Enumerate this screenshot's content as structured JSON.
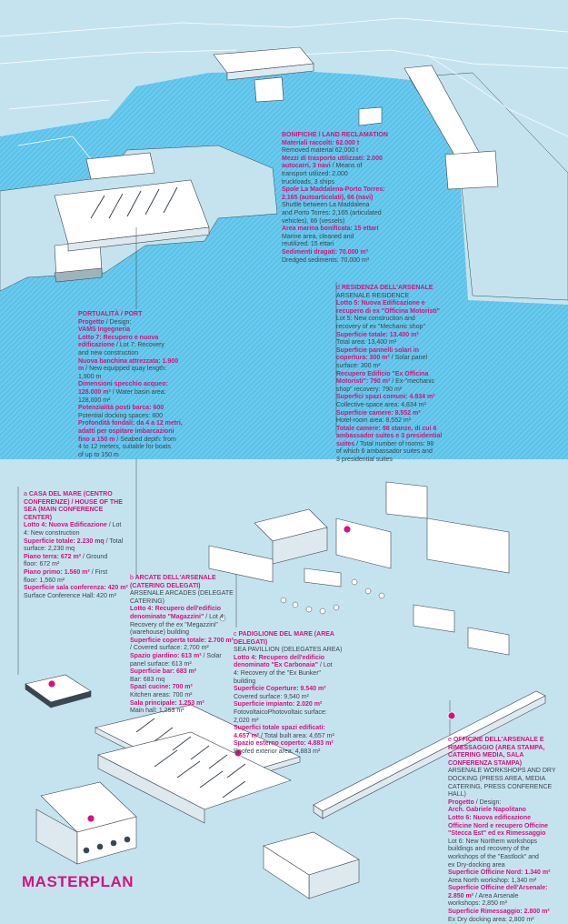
{
  "title": "MASTERPLAN",
  "colors": {
    "accent": "#d6127e",
    "water": "#62c6ea",
    "land": "#c5e3ef",
    "line": "#3a4650"
  },
  "bonifiche": {
    "heading": "BONIFICHE / LAND RECLAMATION",
    "lines": [
      {
        "b": "Materiali raccolti: 62.000 t",
        "n": ""
      },
      {
        "b": "",
        "n": "Removed material 62,000 t"
      },
      {
        "b": "Mezzi di trasporto utilizzati: 2.000",
        "n": ""
      },
      {
        "b": "autocarri, 3 navi",
        "n": " / Means of"
      },
      {
        "b": "",
        "n": "transport utilized: 2,000"
      },
      {
        "b": "",
        "n": "truckloads, 3 ships"
      },
      {
        "b": "Spole La Maddalena-Porto Torres:",
        "n": ""
      },
      {
        "b": "2.165 (autoarticolati), 66 (navi)",
        "n": ""
      },
      {
        "b": "",
        "n": "Shuttle between La Maddalena"
      },
      {
        "b": "",
        "n": "and Porto Torres: 2,165 (articulated"
      },
      {
        "b": "",
        "n": "vehicles), 66 (vessels)"
      },
      {
        "b": "Area marina bonificata: 15 ettari",
        "n": ""
      },
      {
        "b": "",
        "n": "Marine area, cleaned and"
      },
      {
        "b": "",
        "n": "reutilized: 15 ettari"
      },
      {
        "b": "Sedimenti dragati: 70.000 m³",
        "n": ""
      },
      {
        "b": "",
        "n": "Dredged sediments: 70,000 m³"
      }
    ]
  },
  "portualita": {
    "heading": "PORTUALITÀ / PORT",
    "lines": [
      {
        "b": "Progetto",
        "n": " / Design:"
      },
      {
        "b": "VAMS Ingegneria",
        "n": ""
      },
      {
        "b": "Lotto 7: Recupero e nuova",
        "n": ""
      },
      {
        "b": "edificazione",
        "n": " / Lot 7: Recovery"
      },
      {
        "b": "",
        "n": "and new construction"
      },
      {
        "b": "Nuova banchina attrezzata: 1.900",
        "n": ""
      },
      {
        "b": "m",
        "n": " / New equipped quay length:"
      },
      {
        "b": "",
        "n": "1,900 m"
      },
      {
        "b": "Dimensioni specchio acqueo:",
        "n": ""
      },
      {
        "b": "128.000 m²",
        "n": " / Water basin area:"
      },
      {
        "b": "",
        "n": "128,000 m²"
      },
      {
        "b": "Potenzialità posti barca: 600",
        "n": ""
      },
      {
        "b": "",
        "n": "Potential docking spaces: 600"
      },
      {
        "b": "Profondità fondali: da 4 a 12 metri,",
        "n": ""
      },
      {
        "b": "adatti per ospitare imbarcazioni",
        "n": ""
      },
      {
        "b": "fino a 150 m",
        "n": " / Seabed depth: from"
      },
      {
        "b": "",
        "n": "4 to 12 meters, suitable for boats"
      },
      {
        "b": "",
        "n": "of up to 150 m"
      }
    ]
  },
  "residenza": {
    "letter": "d",
    "heading": "RESIDENZA DELL'ARSENALE",
    "sub": "ARSENALE RESIDENCE",
    "lines": [
      {
        "b": "Lotto 5: Nuova Edificazione e",
        "n": ""
      },
      {
        "b": "recupero di ex \"Officina Motoristi\"",
        "n": ""
      },
      {
        "b": "",
        "n": "Lot 5: New construction and"
      },
      {
        "b": "",
        "n": "recovery of ex \"Mechanic shop\""
      },
      {
        "b": "Superficie totale: 13.400 m²",
        "n": ""
      },
      {
        "b": "",
        "n": "Total area: 13,400 m²"
      },
      {
        "b": "Superficie pannelli solari in",
        "n": ""
      },
      {
        "b": "copertura: 300 m²",
        "n": " / Solar panel"
      },
      {
        "b": "",
        "n": "surface: 300 m²"
      },
      {
        "b": "Recupero Edificio \"Ex Officina",
        "n": ""
      },
      {
        "b": "Motoristi\": 790 m²",
        "n": " / Ex-\"mechanic"
      },
      {
        "b": "",
        "n": "shop\" recovery: 790 m²"
      },
      {
        "b": "Superfici spazi comuni: 4.834 m²",
        "n": ""
      },
      {
        "b": "",
        "n": "Collective-space area: 4,834 m²"
      },
      {
        "b": "Superficie camere: 8.552 m²",
        "n": ""
      },
      {
        "b": "",
        "n": "Hotel-room area: 8,552 m²"
      },
      {
        "b": "Totale camere: 98 stanze, di cui 6",
        "n": ""
      },
      {
        "b": "ambassador suites e 3 presidential",
        "n": ""
      },
      {
        "b": "suites",
        "n": " / Total number of rooms: 98"
      },
      {
        "b": "",
        "n": "of which 6 ambassador suites and"
      },
      {
        "b": "",
        "n": "3 presidential suites"
      }
    ]
  },
  "casa": {
    "letter": "a",
    "heading": "CASA DEL MARE (CENTRO CONFERENZE) / HOUSE OF THE SEA (MAIN CONFERENCE CENTER)",
    "lines": [
      {
        "b": "Lotto 4: Nuova Edificazione",
        "n": " / Lot"
      },
      {
        "b": "",
        "n": "4: New construction"
      },
      {
        "b": "Superficie totale: 2.230 mq",
        "n": " / Total"
      },
      {
        "b": "",
        "n": "surface: 2,230 mq"
      },
      {
        "b": "Piano terra: 672 m²",
        "n": " / Ground"
      },
      {
        "b": "",
        "n": "floor: 672 m²"
      },
      {
        "b": "Piano primo: 1.560 m²",
        "n": " / First"
      },
      {
        "b": "",
        "n": "floor: 1,560 m²"
      },
      {
        "b": "Superficie sala conferenza: 420 m²",
        "n": ""
      },
      {
        "b": "",
        "n": "Surface Conference Hall: 420 m²"
      }
    ]
  },
  "arcate": {
    "letter": "b",
    "heading": "ARCATE DELL'ARSENALE (CATERING DELEGATI)",
    "sub": "ARSENALE ARCADES (DELEGATE CATERING)",
    "lines": [
      {
        "b": "Lotto 4: Recupero dell'edificio",
        "n": ""
      },
      {
        "b": "denominato \"Magazzini\"",
        "n": " / Lot 4:"
      },
      {
        "b": "",
        "n": "Recovery of the ex \"Megazzini\""
      },
      {
        "b": "",
        "n": "(warehouse) building"
      },
      {
        "b": "Superficie coperta totale: 2.700 m²",
        "n": ""
      },
      {
        "b": "",
        "n": "/ Covered surface: 2,700 m²"
      },
      {
        "b": "Spazio giardino: 613 m²",
        "n": " / Solar"
      },
      {
        "b": "",
        "n": "panel surface: 613 m²"
      },
      {
        "b": "Superficie bar: 683 m²",
        "n": ""
      },
      {
        "b": "",
        "n": "Bar: 683 mq"
      },
      {
        "b": "Spazi cucine: 700 m²",
        "n": ""
      },
      {
        "b": "",
        "n": "Kitchen areas: 700 m²"
      },
      {
        "b": "Sala principale: 1.253 m²",
        "n": ""
      },
      {
        "b": "",
        "n": "Main hall: 1,253 m²"
      }
    ]
  },
  "padiglione": {
    "letter": "c",
    "heading": "PADIGLIONE DEL MARE (AREA DELEGATI)",
    "sub": "SEA PAVILLION (DELEGATES AREA)",
    "lines": [
      {
        "b": "Lotto 4: Recupero dell'edificio",
        "n": ""
      },
      {
        "b": "denominato \"Ex Carbonaia\"",
        "n": " / Lot"
      },
      {
        "b": "",
        "n": "4: Recovery of the \"Ex Bunker\""
      },
      {
        "b": "",
        "n": "building"
      },
      {
        "b": "Superficie Coperture: 9.540 m²",
        "n": ""
      },
      {
        "b": "",
        "n": "Covered surface: 9,540 m²"
      },
      {
        "b": "Superficie impianto: 2.020 m²",
        "n": ""
      },
      {
        "b": "",
        "n": "FotovoltaicoPhotovoltaic surface:"
      },
      {
        "b": "",
        "n": "2,020 m²"
      },
      {
        "b": "Superfici totale spazi edificati:",
        "n": ""
      },
      {
        "b": "4.657 m²",
        "n": " / Total built area: 4,657 m²"
      },
      {
        "b": "Spazio esterno coperto: 4.883 m²",
        "n": ""
      },
      {
        "b": "",
        "n": "Roofed exterior area: 4,883 m²"
      }
    ]
  },
  "officine": {
    "letter": "e",
    "heading": "OFFICINE DELL'ARSENALE E RIMESSAGGIO (AREA STAMPA, CATERING MEDIA, SALA CONFERENZA STAMPA)",
    "sub": "ARSENALE WORKSHOPS AND DRY DOCKING (PRESS AREA, MEDIA CATERING, PRESS CONFERENCE HALL)",
    "lines": [
      {
        "b": "Progetto",
        "n": " / Design:"
      },
      {
        "b": "Arch. Gabriele Napolitano",
        "n": ""
      },
      {
        "b": "Lotto 6: Nuova edificazione",
        "n": ""
      },
      {
        "b": "Officine Nord e recupero Officine",
        "n": ""
      },
      {
        "b": "\"Stecca Est\" ed ex Rimessaggio",
        "n": ""
      },
      {
        "b": "",
        "n": "Lot 6: New Northern workshops"
      },
      {
        "b": "",
        "n": "buildings and recovery of the"
      },
      {
        "b": "",
        "n": "workshops of the \"Eastlock\" and"
      },
      {
        "b": "",
        "n": "ex Dry-docking area"
      },
      {
        "b": "Superficie Officine Nord: 1.340 m²",
        "n": ""
      },
      {
        "b": "",
        "n": "Area North workshop: 1,340 m²"
      },
      {
        "b": "Superficie Officine dell'Arsenale:",
        "n": ""
      },
      {
        "b": "2.850 m²",
        "n": " / Area Arsenale"
      },
      {
        "b": "",
        "n": "workshops: 2,850 m²"
      },
      {
        "b": "Superficie Rimessaggio: 2.800 m²",
        "n": ""
      },
      {
        "b": "",
        "n": "Ex Dry docking area: 2,800 m²"
      }
    ]
  }
}
